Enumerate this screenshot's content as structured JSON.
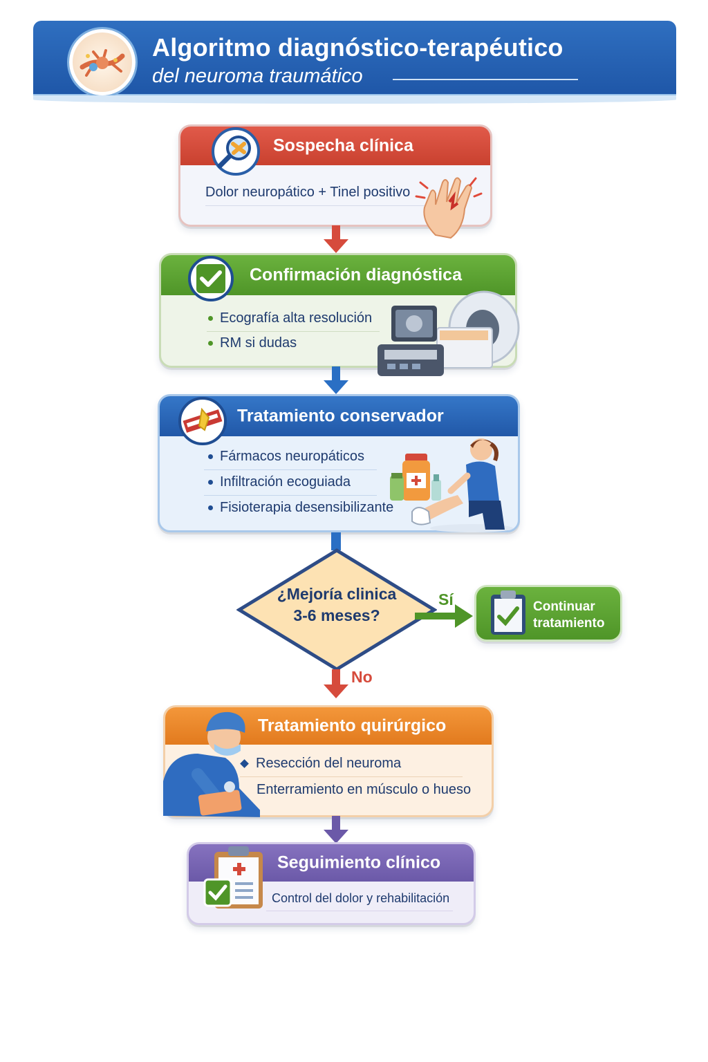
{
  "header": {
    "title": "Algoritmo diagnóstico-terapéutico",
    "subtitle": "del neuroma traumático"
  },
  "colors": {
    "header_blue": "#2566b4",
    "red": "#d64b3c",
    "green": "#5aa231",
    "blue": "#2a66b8",
    "orange": "#ee8a2e",
    "purple": "#7a67b4"
  },
  "steps": {
    "suspicion": {
      "title": "Sospecha clínica",
      "text": "Dolor neuropático + Tinel positivo",
      "icons": [
        "magnifier-icon",
        "hand-pain-icon"
      ]
    },
    "confirmation": {
      "title": "Confirmación diagnóstica",
      "items": [
        "Ecografía alta resolución",
        "RM si dudas"
      ],
      "icons": [
        "checkmark-icon",
        "ultrasound-mri-icon"
      ]
    },
    "conservative": {
      "title": "Tratamiento conservador",
      "items": [
        "Fármacos neuropáticos",
        "Infiltración ecoguiada",
        "Fisioterapia desensibilizante"
      ],
      "icons": [
        "bandage-icon",
        "medication-bottles-icon",
        "physiotherapist-icon"
      ]
    },
    "decision": {
      "question_line1": "¿Mejoría clinica",
      "question_line2": "3-6 meses?",
      "yes_label": "Sí",
      "no_label": "No"
    },
    "continue": {
      "line1": "Continuar",
      "line2": "tratamiento",
      "icons": [
        "clipboard-check-icon"
      ]
    },
    "surgical": {
      "title": "Tratamiento quirúrgico",
      "items": [
        "Resección del neuroma",
        "Enterramiento en músculo o hueso"
      ],
      "icons": [
        "surgeon-icon"
      ]
    },
    "followup": {
      "title": "Seguimiento clínico",
      "text": "Control del dolor y rehabilitación",
      "icons": [
        "medical-clipboard-icon"
      ]
    }
  }
}
